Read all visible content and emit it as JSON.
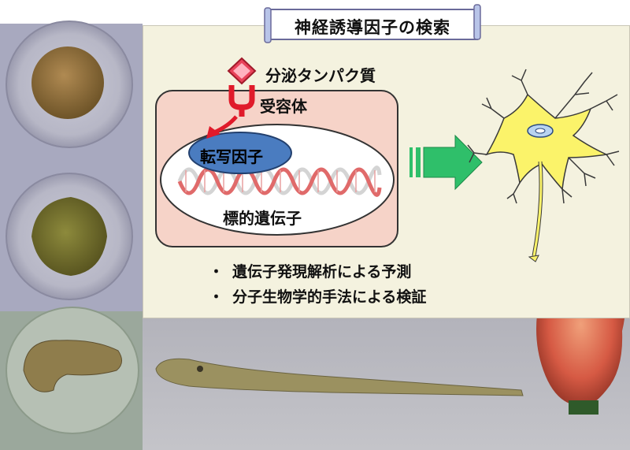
{
  "title": "神経誘導因子の検索",
  "secreted_protein": "分泌タンパク質",
  "receptor": "受容体",
  "transcription_factor": "転写因子",
  "target_gene": "標的遺伝子",
  "bullets": [
    "遺伝子発現解析による予測",
    "分子生物学的手法による検証"
  ],
  "bullet_mark": "・",
  "colors": {
    "panel": "#f4f2df",
    "cell": "#f6d3c8",
    "nucleus": "#ffffff",
    "tf": "#4a7cc0",
    "dna": "#e06a6a",
    "arrow": "#2fbf6a",
    "neuron": "#fbf36a",
    "receptor": "#e01a2a"
  },
  "icons": [
    "neuron-icon",
    "ligand-diamond-icon",
    "receptor-icon",
    "dna-helix-icon",
    "green-arrow-icon"
  ]
}
